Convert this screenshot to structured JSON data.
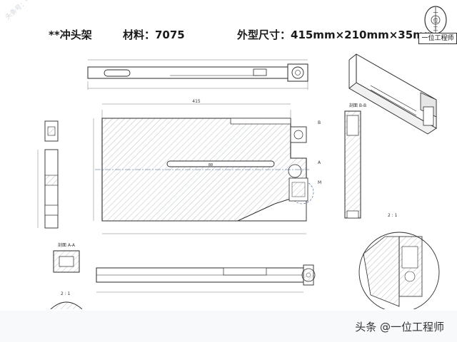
{
  "header": {
    "part_name": "**冲头架",
    "material": "材料：7075",
    "dimensions": "外型尺寸：415mm×210mm×35mm"
  },
  "watermark": {
    "side_text": "头条号：一位工程师",
    "logo_caption": "一位工程师",
    "logo_chars": [
      "一",
      "位",
      "工"
    ]
  },
  "drawing": {
    "section_bb": "剖面 B-B",
    "section_aa": "剖面 A-A",
    "scale": "2 : 1",
    "detail_scale": "2 : 1",
    "detail_id": "M",
    "label_a": "A",
    "label_b": "B",
    "main_dim": "415",
    "slot_dim": "88"
  },
  "footer": {
    "credit": "头条 @一位工程师"
  },
  "colors": {
    "hatch": "#9aa0a6",
    "line": "#2a2a2a",
    "accent_blue": "#2b56b0"
  }
}
